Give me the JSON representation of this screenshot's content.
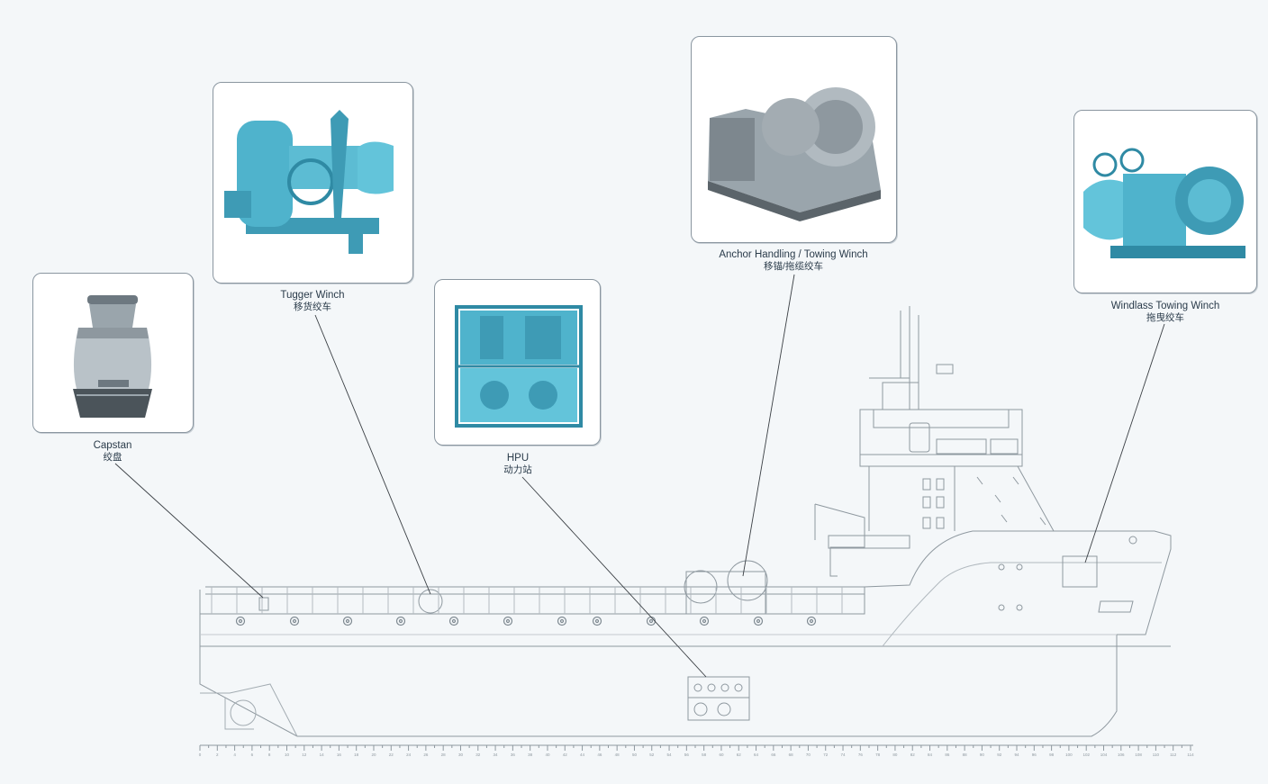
{
  "equipment": [
    {
      "id": "capstan",
      "en": "Capstan",
      "zh": "绞盘"
    },
    {
      "id": "tugger",
      "en": "Tugger Winch",
      "zh": "移货绞车"
    },
    {
      "id": "hpu",
      "en": "HPU",
      "zh": "动力站"
    },
    {
      "id": "anchor",
      "en": "Anchor Handling / Towing Winch",
      "zh": "移锚/拖缆绞车"
    },
    {
      "id": "windlass",
      "en": "Windlass Towing Winch",
      "zh": "拖曳绞车"
    }
  ],
  "colors": {
    "machine_blue": "#4fb3cc",
    "machine_grey": "#9aa5ac",
    "line": "#7f8a92",
    "leader": "#3a3f44"
  },
  "scale_labels": [
    "0",
    "2",
    "4",
    "6",
    "8",
    "10",
    "12",
    "14",
    "16",
    "18",
    "20",
    "22",
    "24",
    "26",
    "28",
    "30",
    "32",
    "34",
    "36",
    "38",
    "40",
    "42",
    "44",
    "46",
    "48",
    "50",
    "52",
    "54",
    "56",
    "58",
    "60",
    "62",
    "64",
    "66",
    "68",
    "70",
    "72",
    "74",
    "76",
    "78",
    "80",
    "82",
    "84",
    "86",
    "88",
    "90",
    "92",
    "94",
    "96",
    "98",
    "100",
    "102",
    "104",
    "106",
    "108",
    "110",
    "112",
    "114"
  ]
}
